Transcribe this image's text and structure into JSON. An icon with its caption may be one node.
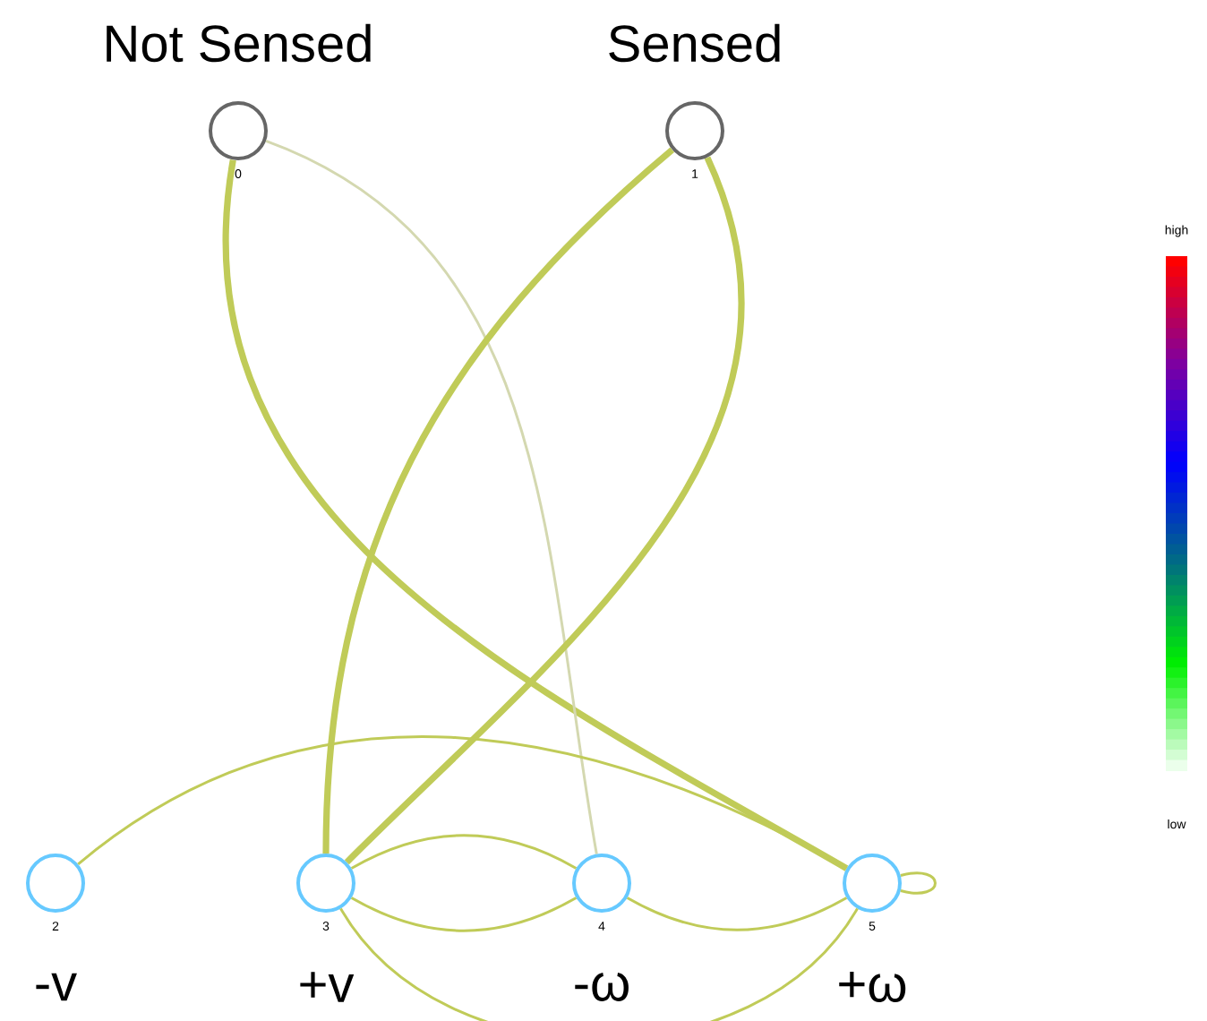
{
  "diagram": {
    "nodes": [
      {
        "text": [
          "0"
        ],
        "beside": [
          "Not Sensed"
        ]
      },
      {
        "text": [
          "1"
        ],
        "beside": [
          "Sensed"
        ]
      },
      {
        "text": [
          "2"
        ],
        "beside": [
          "-v"
        ]
      },
      {
        "text": [
          "3"
        ],
        "beside": [
          "+v"
        ]
      },
      {
        "text": [
          "4"
        ],
        "beside": [
          "-ω"
        ]
      },
      {
        "text": [
          "5"
        ],
        "beside": [
          "+ω"
        ]
      }
    ],
    "edges": [
      {
        "from": 0,
        "to": 5,
        "arrow": "none",
        "style": "thick"
      },
      {
        "from": 0,
        "to": 4,
        "arrow": "none",
        "color": "#d4d8b0"
      },
      {
        "from": 1,
        "to": 3,
        "arrow": "none",
        "style": "thick"
      },
      {
        "from": 1,
        "to": 3,
        "arrow": "none",
        "style": "thick"
      },
      {
        "from": 2,
        "to": 5,
        "arrow": "none"
      },
      {
        "from": 3,
        "to": 4,
        "arrow": "none"
      },
      {
        "from": 4,
        "to": 3,
        "arrow": "none"
      },
      {
        "from": 3,
        "to": 5,
        "arrow": "none"
      },
      {
        "from": 4,
        "to": 5,
        "arrow": "none"
      },
      {
        "from": 5,
        "to": 5,
        "arrow": "none"
      }
    ],
    "labels": [
      "high",
      "low"
    ]
  }
}
